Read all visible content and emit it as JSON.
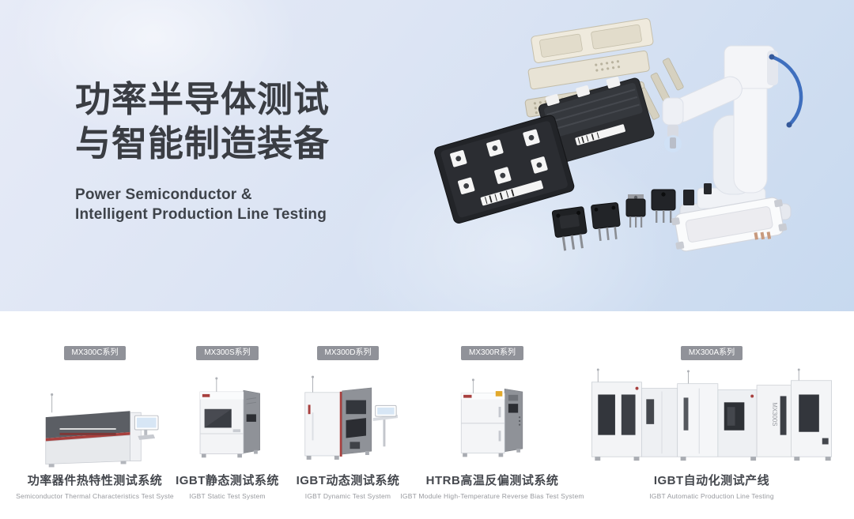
{
  "hero": {
    "title_line1": "功率半导体测试",
    "title_line2": "与智能制造装备",
    "subtitle_line1": "Power Semiconductor &",
    "subtitle_line2": "Intelligent Production Line Testing",
    "illustration_items": [
      "exploded-igbt-module",
      "robot-arm",
      "black-igbt-power-modules",
      "discrete-transistor-packages",
      "white-igbt-module"
    ]
  },
  "products": [
    {
      "badge": "MX300C系列",
      "title_zh": "功率器件热特性测试系统",
      "title_en": "Semiconductor Thermal Characteristics Test   Syste"
    },
    {
      "badge": "MX300S系列",
      "title_zh": "IGBT静态测试系统",
      "title_en": "IGBT Static Test System"
    },
    {
      "badge": "MX300D系列",
      "title_zh": "IGBT动态测试系统",
      "title_en": "IGBT Dynamic Test System"
    },
    {
      "badge": "MX300R系列",
      "title_zh": "HTRB高温反偏测试系统",
      "title_en": "IGBT Module High-Temperature Reverse Bias Test System"
    },
    {
      "badge": "MX300A系列",
      "title_zh": "IGBT自动化测试产线",
      "title_en": "IGBT Automatic Production Line Testing",
      "machine_label": "MX300S"
    }
  ],
  "colors": {
    "hero_bg_from": "#e7ebf7",
    "hero_bg_to": "#c7d9ef",
    "title_dark": "#3a3d43",
    "subtitle_dark": "#3e434a",
    "badge_bg": "#909299",
    "badge_text": "#ffffff",
    "accent_red": "#a8403e",
    "cable_blue": "#3f6fbe",
    "machine_dark": "#8f9298",
    "module_black": "#26282c"
  }
}
